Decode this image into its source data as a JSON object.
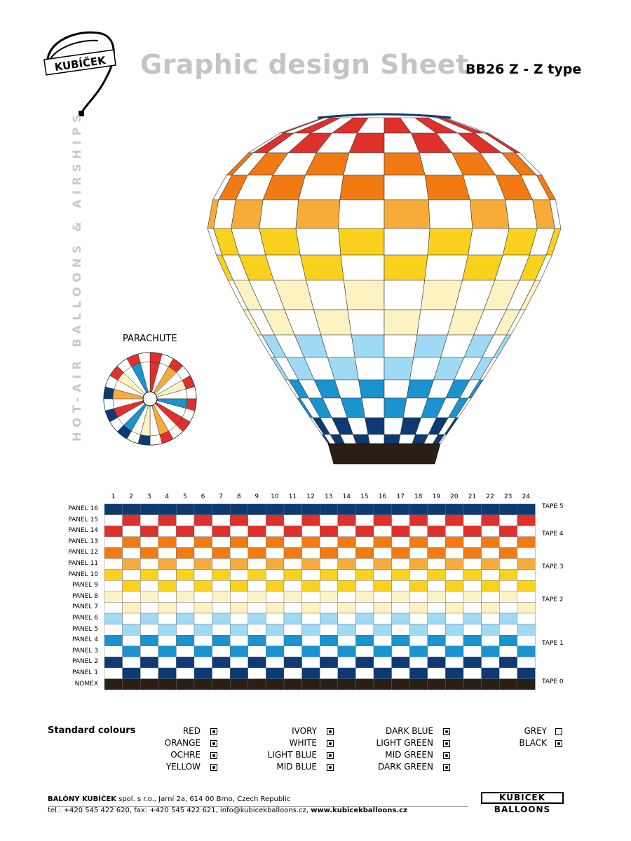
{
  "header": {
    "title": "Graphic design Sheet",
    "model": "BB26 Z - Z type",
    "side_text": "HOT-AIR BALLOONS & AIRSHIPS"
  },
  "logo": {
    "text": "KUBÍČEK"
  },
  "parachute": {
    "label": "PARACHUTE"
  },
  "grid": {
    "columns": [
      "1",
      "2",
      "3",
      "4",
      "5",
      "6",
      "7",
      "8",
      "9",
      "10",
      "11",
      "12",
      "13",
      "14",
      "15",
      "16",
      "17",
      "18",
      "19",
      "20",
      "21",
      "22",
      "23",
      "24"
    ],
    "panels": [
      {
        "label": "PANEL 16",
        "color": "#0d3a73",
        "pattern": "solid"
      },
      {
        "label": "PANEL 15",
        "color": "#e0302b",
        "pattern": "alt"
      },
      {
        "label": "PANEL 14",
        "color": "#e0302b",
        "pattern": "alt"
      },
      {
        "label": "PANEL 13",
        "color": "#f27a12",
        "pattern": "alt"
      },
      {
        "label": "PANEL 12",
        "color": "#f27a12",
        "pattern": "alt"
      },
      {
        "label": "PANEL 11",
        "color": "#f7ac3a",
        "pattern": "alt"
      },
      {
        "label": "PANEL 10",
        "color": "#fad21e",
        "pattern": "alt"
      },
      {
        "label": "PANEL 9",
        "color": "#fad21e",
        "pattern": "alt"
      },
      {
        "label": "PANEL 8",
        "color": "#fdf3c2",
        "pattern": "alt"
      },
      {
        "label": "PANEL 7",
        "color": "#fdf3c2",
        "pattern": "alt"
      },
      {
        "label": "PANEL 6",
        "color": "#9edaf4",
        "pattern": "alt"
      },
      {
        "label": "PANEL 5",
        "color": "#9edaf4",
        "pattern": "alt"
      },
      {
        "label": "PANEL 4",
        "color": "#1b93cf",
        "pattern": "alt"
      },
      {
        "label": "PANEL 3",
        "color": "#1b93cf",
        "pattern": "alt"
      },
      {
        "label": "PANEL 2",
        "color": "#0d3a73",
        "pattern": "alt"
      },
      {
        "label": "PANEL 1",
        "color": "#0d3a73",
        "pattern": "alt"
      },
      {
        "label": "NOMEX",
        "color": "#2a1f14",
        "pattern": "solid"
      }
    ],
    "tapes": [
      "TAPE 5",
      "TAPE 4",
      "TAPE 3",
      "TAPE 2",
      "TAPE 1",
      "TAPE 0"
    ]
  },
  "standard_colours": {
    "title": "Standard colours",
    "col1": [
      "RED",
      "ORANGE",
      "OCHRE",
      "YELLOW"
    ],
    "col2": [
      "IVORY",
      "WHITE",
      "LIGHT BLUE",
      "MID BLUE"
    ],
    "col3": [
      "DARK BLUE",
      "LIGHT GREEN",
      "MID GREEN",
      "DARK GREEN"
    ],
    "col4": [
      "GREY",
      "BLACK"
    ]
  },
  "footer": {
    "company": "BALÓNY KUBÍČEK",
    "address": " spol. s r.o., Jarní 2a, 614 00 Brno, Czech Republic",
    "contact": "tel.: +420 545 422 620, fax: +420 545 422 621, info@kubicekballoons.cz, ",
    "web": "www.kubicekballoons.cz",
    "brand_top": "KUBÍČEK",
    "brand_bottom": "BALLOONS"
  },
  "colors": {
    "red": "#e0302b",
    "orange": "#f27a12",
    "ochre": "#f7ac3a",
    "yellow": "#fad21e",
    "ivory": "#fdf3c2",
    "light_blue": "#9edaf4",
    "mid_blue": "#1b93cf",
    "dark_blue": "#0d3a73",
    "nomex": "#2a1f14",
    "title_grey": "#c4c4c4"
  }
}
